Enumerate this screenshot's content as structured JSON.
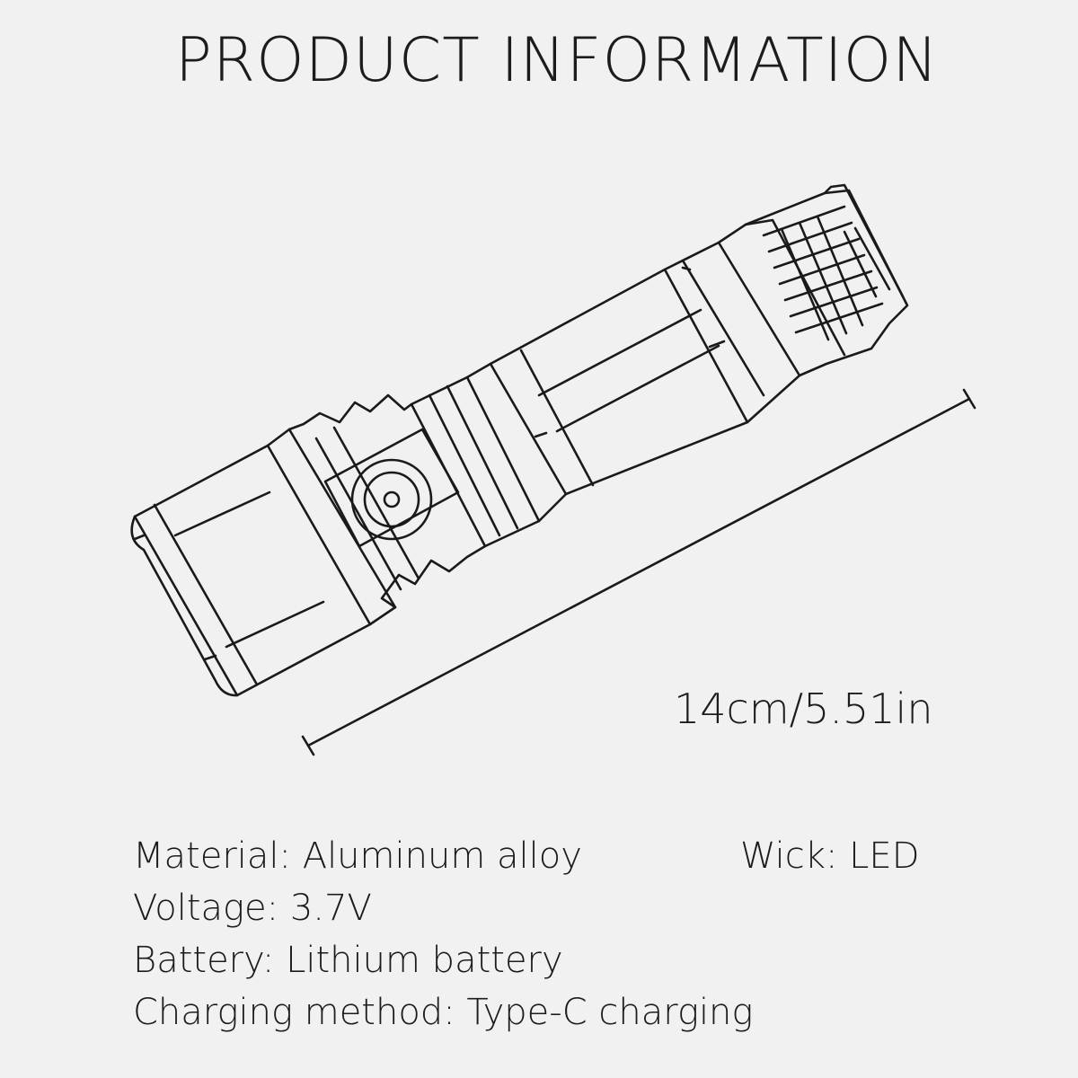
{
  "title": "PRODUCT INFORMATION",
  "dimension_label": "14cm/5.51in",
  "specs": {
    "material": {
      "label": "Material:",
      "value": "Aluminum alloy"
    },
    "voltage": {
      "label": "Voltage:",
      "value": "3.7V"
    },
    "battery": {
      "label": "Battery:",
      "value": "Lithium battery"
    },
    "charging": {
      "label": "Charging method:",
      "value": "Type-C charging"
    },
    "wick": {
      "label": "Wick:",
      "value": "LED"
    }
  },
  "illustration": "flashlight-line-drawing-icon"
}
